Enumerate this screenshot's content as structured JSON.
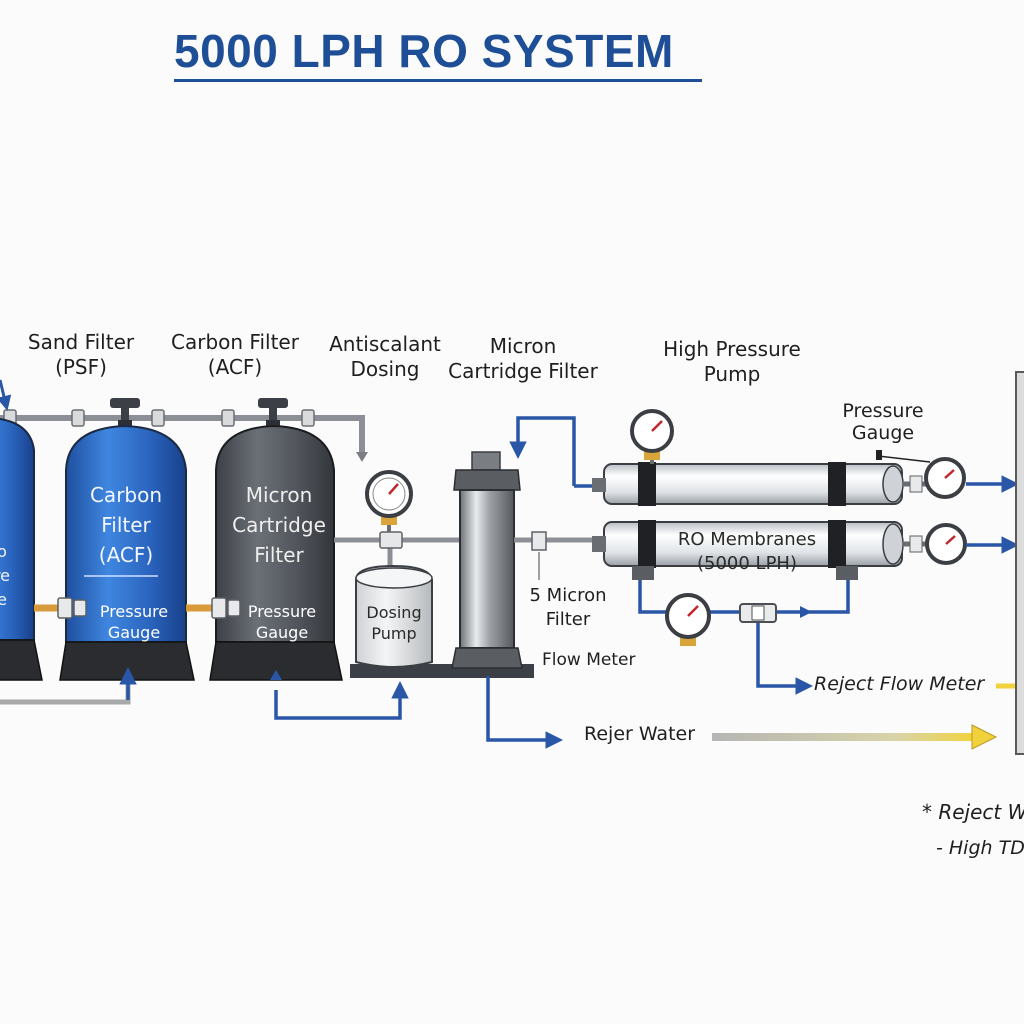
{
  "title": "5000 LPH RO SYSTEM",
  "labels": {
    "sand_filter": [
      "Sand Filter",
      "(PSF)"
    ],
    "carbon_filter": [
      "Carbon Filter",
      "(ACF)"
    ],
    "antiscalant": [
      "Antiscalant",
      "Dosing"
    ],
    "micron_cartridge": [
      "Micron",
      "Cartridge Filter"
    ],
    "hp_pump": [
      "High Pressure",
      "Pump"
    ],
    "pressure_gauge_top": [
      "Pressure",
      "Gauge"
    ],
    "ro_membranes": [
      "RO Membranes",
      "(5000 LPH)"
    ],
    "five_micron": [
      "5 Micron",
      "Filter"
    ],
    "flow_meter": "Flow Meter",
    "reject_flow_meter": "Reject Flow Meter",
    "reject_water": "Rejer Water",
    "dosing_pump": [
      "Dosing",
      "Pump"
    ],
    "note_title": "* Reject W",
    "note_line": "- High TD"
  },
  "tanks": {
    "partial_left": [
      "o",
      "re",
      "e"
    ],
    "carbon": {
      "name": [
        "Carbon",
        "Filter",
        "(ACF)"
      ],
      "gauge": [
        "Pressure",
        "Gauge"
      ]
    },
    "micron": {
      "name": [
        "Micron",
        "Cartridge",
        "Filter"
      ],
      "gauge": [
        "Pressure",
        "Gauge"
      ]
    }
  },
  "colors": {
    "title": "#1d4e96",
    "pipe_blue": "#2a56a8",
    "tank_blue": "#2f6fc6",
    "tank_gray": "#54585e",
    "reject_yellow": "#f2d23c",
    "pipe_gray": "#a9a9a9"
  }
}
